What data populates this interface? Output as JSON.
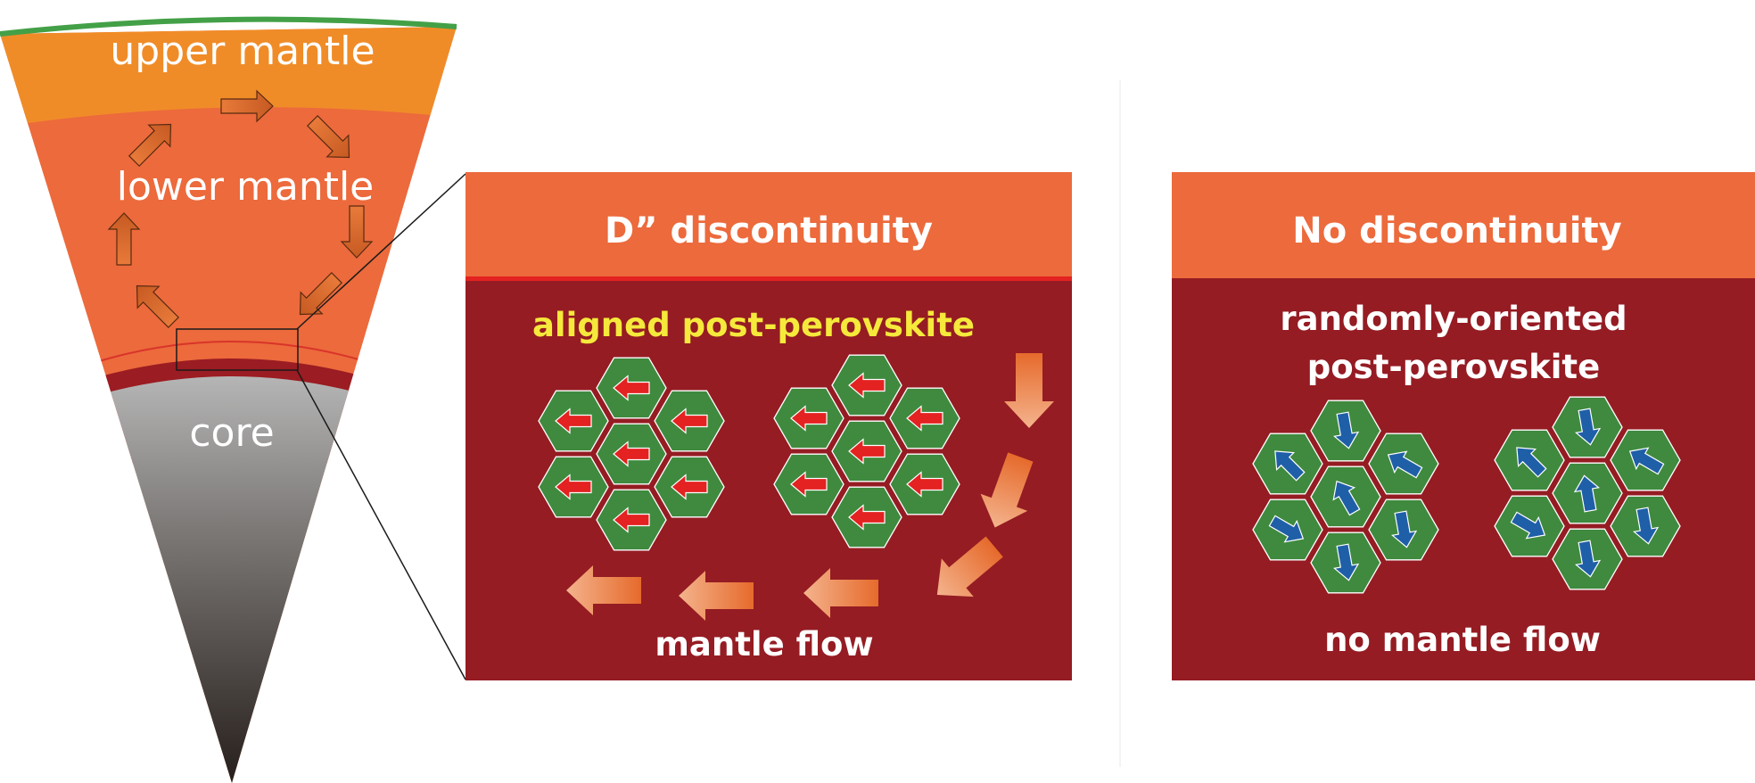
{
  "cone": {
    "labels": {
      "upper": "upper mantle",
      "lower": "lower mantle",
      "core": "core"
    }
  },
  "panel_left": {
    "title": "D” discontinuity",
    "subtitle": "aligned post-perovskite",
    "flow_label": "mantle flow"
  },
  "panel_right": {
    "title": "No discontinuity",
    "subtitle_line1": "randomly-oriented",
    "subtitle_line2": "post-perovskite",
    "flow_label": "no mantle flow"
  },
  "colors": {
    "upper_mantle": "#f08c28",
    "lower_mantle": "#ec6a3c",
    "d_layer": "#9b1c22",
    "panel_body": "#951c23",
    "panel_header": "#ec6a3c",
    "crust": "#43a047",
    "hexagon": "#3f8a3f",
    "red_arrow": "#e32221",
    "blue_arrow": "#1f5fa8",
    "highlight_text": "#f5e93b"
  },
  "icons": {
    "aligned_crystal_arrow": "left-arrow-icon",
    "random_crystal_arrow": "blue-arrow-icon",
    "flow_arrow": "orange-flow-arrow-icon"
  }
}
